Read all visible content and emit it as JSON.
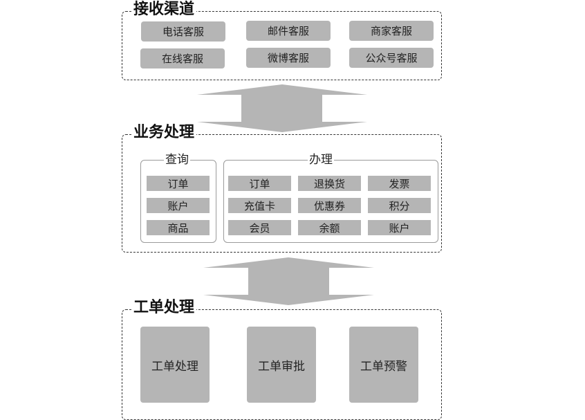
{
  "groups": {
    "receive": {
      "title": "接收渠道",
      "items": [
        "电话客服",
        "邮件客服",
        "商家客服",
        "在线客服",
        "微博客服",
        "公众号客服"
      ]
    },
    "business": {
      "title": "业务处理",
      "query": {
        "title": "查询",
        "items": [
          "订单",
          "账户",
          "商品"
        ]
      },
      "handle": {
        "title": "办理",
        "items": [
          "订单",
          "退换货",
          "发票",
          "充值卡",
          "优惠券",
          "积分",
          "会员",
          "余额",
          "账户"
        ]
      }
    },
    "workorder": {
      "title": "工单处理",
      "items": [
        "工单处理",
        "工单审批",
        "工单预警"
      ]
    }
  },
  "colors": {
    "box_fill": "#b5b5b5",
    "border": "#333333"
  }
}
